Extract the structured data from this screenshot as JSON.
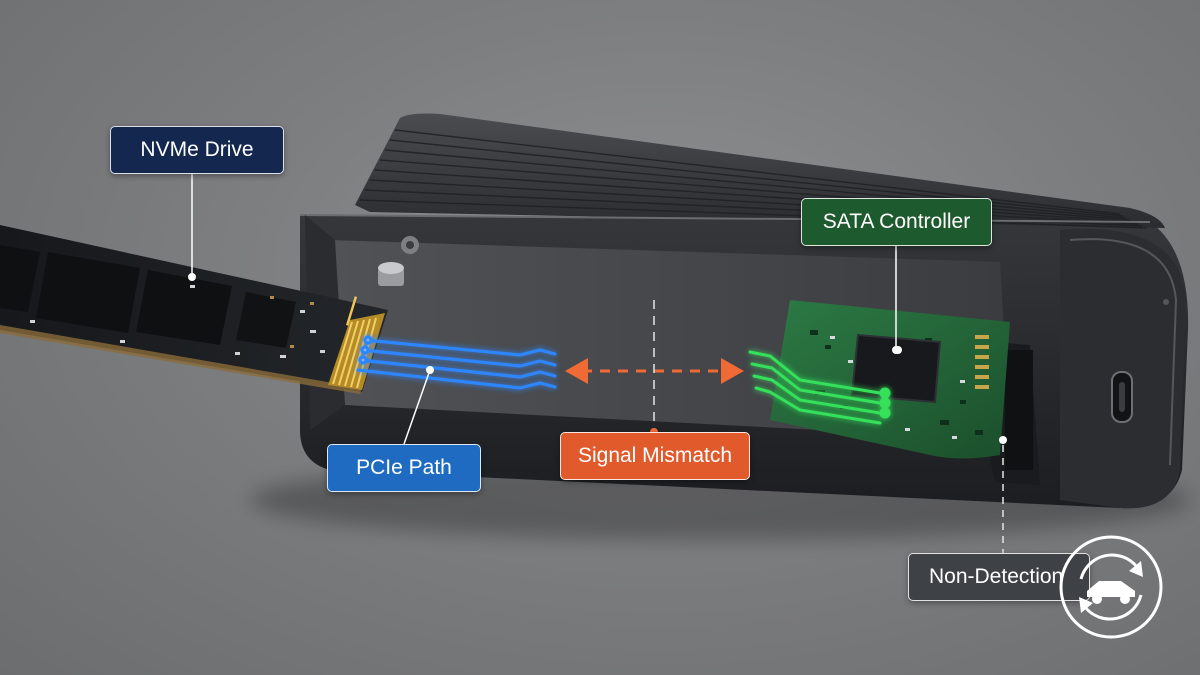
{
  "labels": {
    "nvme_drive": "NVMe Drive",
    "sata_controller": "SATA Controller",
    "pcie_path": "PCIe Path",
    "signal_mismatch": "Signal Mismatch",
    "non_detection": "Non-Detection"
  },
  "colors": {
    "nvme_label": "#14284f",
    "sata_label": "#1d5a2d",
    "pcie_label": "#1f6bc2",
    "signal_label": "#e05a2c",
    "non_detection_label": "#3e4146",
    "pcie_trace": "#2f86ff",
    "sata_trace": "#35e05a",
    "mismatch_arrow": "#ef6a35"
  },
  "icons": {
    "watermark": "sync-arrows-car-icon"
  }
}
